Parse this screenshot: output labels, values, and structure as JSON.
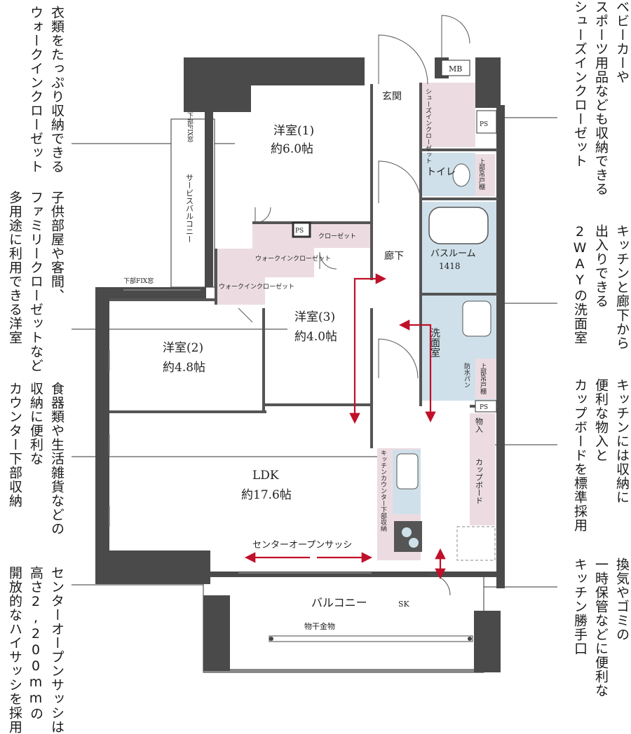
{
  "callouts": {
    "left": [
      [
        "衣類をたっぷり収納できる",
        "ウォークインクローゼット"
      ],
      [
        "子供部屋や客間、",
        "ファミリークローゼットなど",
        "多用途に利用できる洋室"
      ],
      [
        "食器類や生活雑貨などの",
        "収納に便利な",
        "カウンター下部収納"
      ],
      [
        "センターオープンサッシは",
        "高さ2,200mmの",
        "開放的なハイサッシを採用"
      ]
    ],
    "right": [
      [
        "ベビーカーや",
        "スポーツ用品なども収納できる",
        "シューズインクローゼット"
      ],
      [
        "キッチンと廊下から",
        "出入りできる",
        "2WAYの洗面室"
      ],
      [
        "キッチンには収納に",
        "便利な物入と",
        "カップボードを標準採用"
      ],
      [
        "換気やゴミの",
        "一時保管などに便利な",
        "キッチン勝手口"
      ]
    ]
  },
  "rooms": {
    "western1": {
      "name": "洋室(1)",
      "size": "約6.0帖"
    },
    "western2": {
      "name": "洋室(2)",
      "size": "約4.8帖"
    },
    "western3": {
      "name": "洋室(3)",
      "size": "約4.0帖"
    },
    "ldk": {
      "name": "LDK",
      "size": "約17.6帖"
    },
    "entrance": "玄関",
    "shoes_closet": "シューズインクローゼット",
    "toilet": "トイレ",
    "bathroom": "バスルーム",
    "bath_size": "1418",
    "washroom": "洗面室",
    "corridor": "廊下",
    "wic1": "ウォークインクローゼット",
    "wic2": "ウォークインクローゼット",
    "closet": "クローゼット",
    "service_balcony": "サービスバルコニー",
    "balcony": "バルコニー",
    "drying_rack": "物干金物",
    "cupboard": "カップボード",
    "storage": "物入",
    "kitchen_storage": "キッチンカウンター下部収納",
    "center_open_sash": "センターオープンサッシ",
    "upper_shelf": "上部吊戸棚",
    "waterproof_pan": "防水パン",
    "fix_window_lower": "下部FIX窓",
    "fix_window_lower_v": "下部FIX窓",
    "mb": "MB",
    "ps": "PS",
    "sk": "SK"
  },
  "colors": {
    "wall": "#4a4a4a",
    "storage_pink": "#ecdce1",
    "wet_blue": "#cfe0ea",
    "accent_red": "#c0102a"
  }
}
